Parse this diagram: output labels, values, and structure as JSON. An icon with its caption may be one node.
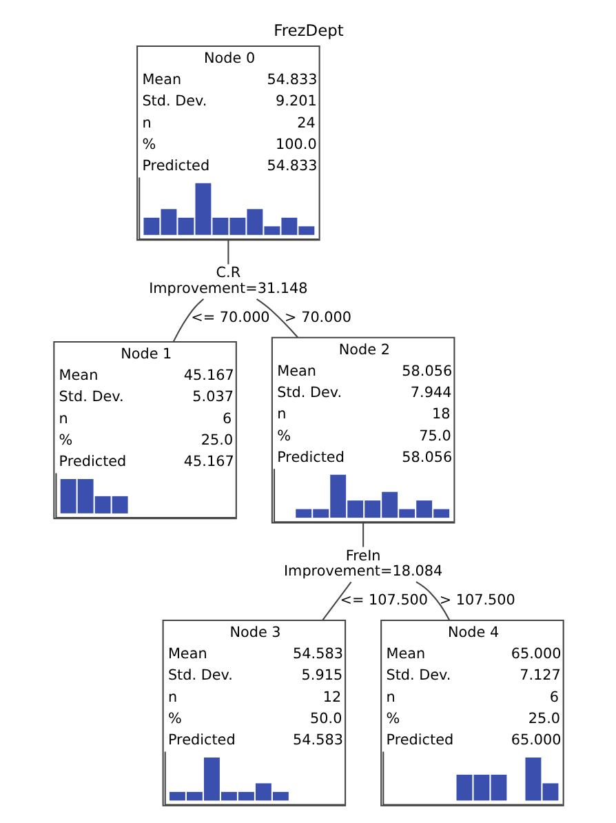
{
  "diagram": {
    "title": "FrezDept",
    "nodes": [
      {
        "text": [
          "Node 0",
          "Mean",
          "54.833",
          "Std. Dev.",
          "9.201",
          "n",
          "24",
          "%",
          "100.0",
          "Predicted",
          "54.833"
        ]
      },
      {
        "text": [
          "C.R",
          "Improvement=31.148"
        ]
      },
      {
        "text": [
          "Node 1",
          "Mean",
          "45.167",
          "Std. Dev.",
          "5.037",
          "n",
          "6",
          "%",
          "25.0",
          "Predicted",
          "45.167"
        ]
      },
      {
        "text": [
          "Node 2",
          "Mean",
          "58.056",
          "Std. Dev.",
          "7.944",
          "n",
          "18",
          "%",
          "75.0",
          "Predicted",
          "58.056"
        ]
      },
      {
        "text": [
          "FreIn",
          "Improvement=18.084"
        ]
      },
      {
        "text": [
          "Node 3",
          "Mean",
          "54.583",
          "Std. Dev.",
          "5.915",
          "n",
          "12",
          "%",
          "50.0",
          "Predicted",
          "54.583"
        ]
      },
      {
        "text": [
          "Node 4",
          "Mean",
          "65.000",
          "Std. Dev.",
          "7.127",
          "n",
          "6",
          "%",
          "25.0",
          "Predicted",
          "65.000"
        ]
      }
    ],
    "edges": [
      {
        "from": 0,
        "to": 1,
        "arrow": "none"
      },
      {
        "from": 1,
        "to": 2,
        "label": "<= 70.000",
        "arrow": "none"
      },
      {
        "from": 1,
        "to": 3,
        "label": "> 70.000",
        "arrow": "none"
      },
      {
        "from": 3,
        "to": 4,
        "arrow": "none"
      },
      {
        "from": 4,
        "to": 5,
        "label": "<= 107.500",
        "arrow": "none"
      },
      {
        "from": 4,
        "to": 6,
        "label": "> 107.500",
        "arrow": "none"
      }
    ]
  }
}
